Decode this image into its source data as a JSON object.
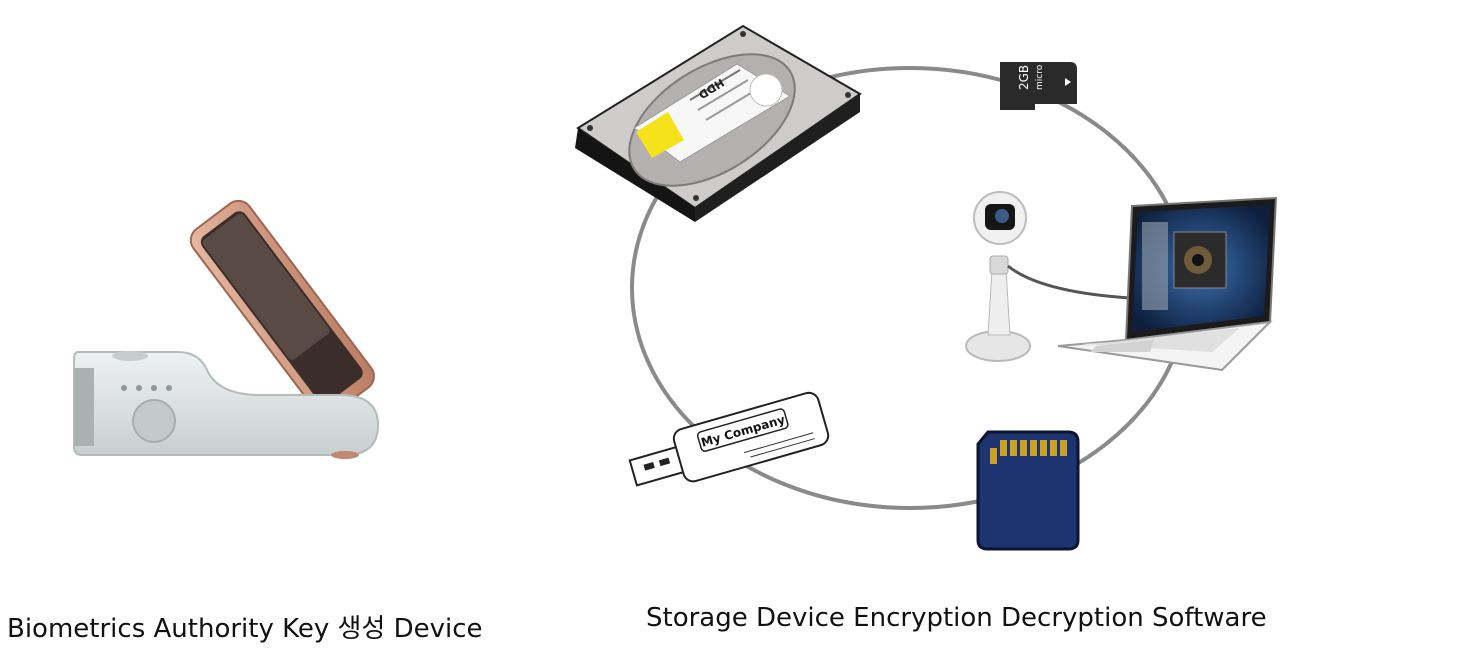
{
  "captions": {
    "left": "Biometrics Authority Key 생성 Device",
    "right": "Storage Device Encryption Decryption Software"
  },
  "device_labels": {
    "hdd": "HDD",
    "micro_sd_capacity": "2GB",
    "micro_sd_type": "micro SD",
    "usb_brand": "My Company"
  },
  "colors": {
    "ring": "#8a8a8a",
    "hdd_body": "#b9b5b5",
    "hdd_platter_label": "#f4f4f4",
    "hdd_sticker": "#f6e21a",
    "sd_card": "#1e3470",
    "sd_contacts": "#c9a227",
    "micro_sd": "#2a2a2a",
    "biometric_device": "#dfe3e3",
    "phone_rose_gold": "#d09a80",
    "laptop_screen": "#1a2a4a"
  }
}
